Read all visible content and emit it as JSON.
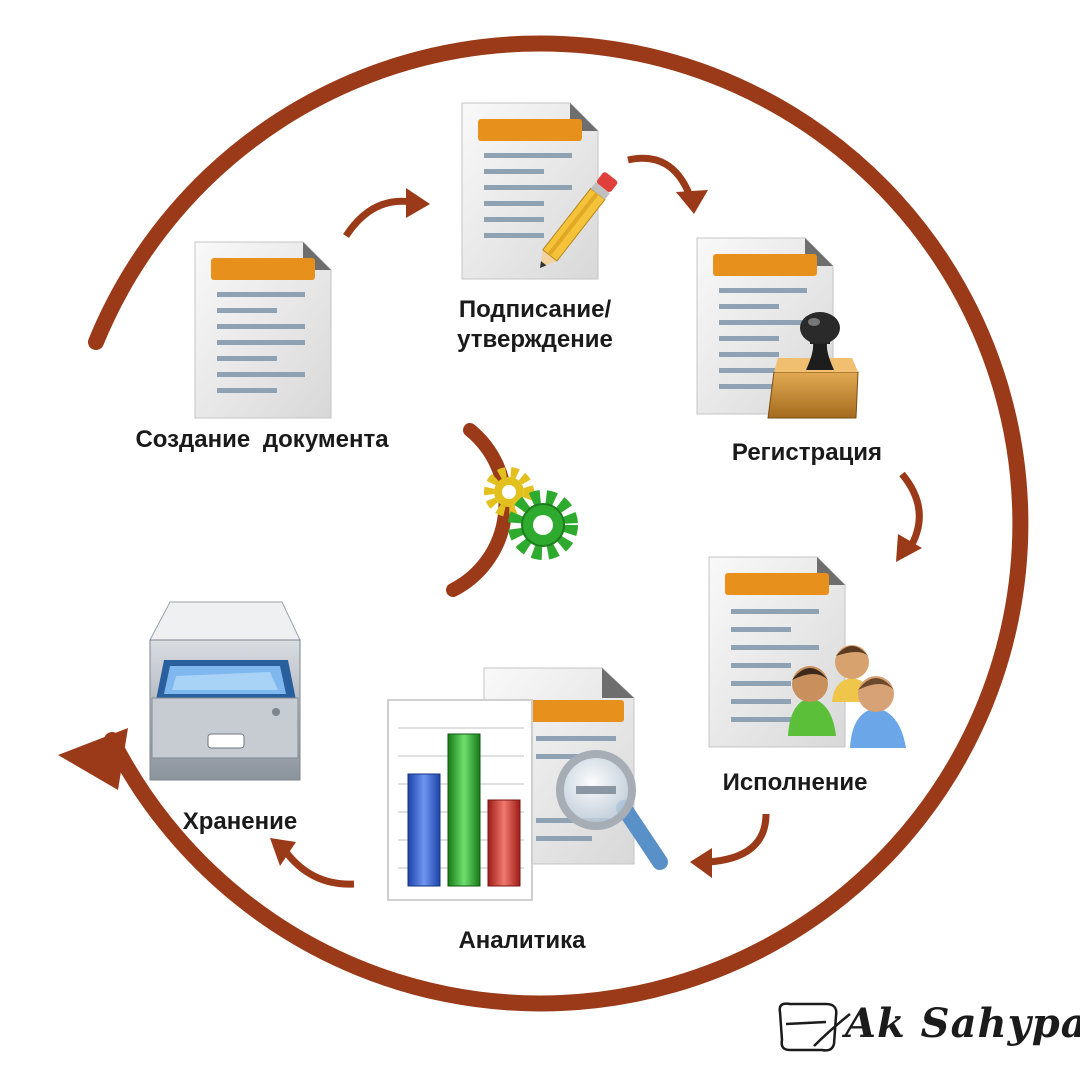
{
  "diagram": {
    "steps": [
      {
        "id": "create",
        "label": "Создание  документа"
      },
      {
        "id": "sign",
        "label": "Подписание/ утверждение"
      },
      {
        "id": "register",
        "label": "Регистрация"
      },
      {
        "id": "execute",
        "label": "Исполнение"
      },
      {
        "id": "analytics",
        "label": "Аналитика"
      },
      {
        "id": "storage",
        "label": "Хранение"
      }
    ],
    "center_icon": "gears-icon",
    "flow": "clockwise-cycle"
  },
  "branding": {
    "text": "Ak Sahypa",
    "icon": "scroll-quill-icon"
  },
  "colors": {
    "arc": "#9b3a18",
    "header_bar": "#e8901c",
    "text_lines": "#8fa2b4",
    "page": "#ececec",
    "gear_small": "#e2c11f",
    "gear_large": "#2eaa2e",
    "bar_blue": "#2f5fcf",
    "bar_green": "#2ea52e",
    "bar_red": "#d0302a"
  }
}
